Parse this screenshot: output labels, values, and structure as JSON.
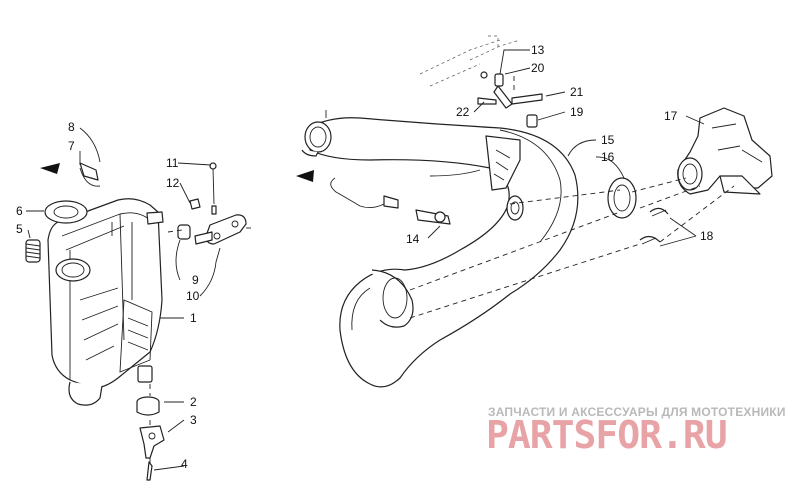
{
  "callouts": [
    {
      "id": "c1",
      "label": "1"
    },
    {
      "id": "c2",
      "label": "2"
    },
    {
      "id": "c3",
      "label": "3"
    },
    {
      "id": "c4",
      "label": "4"
    },
    {
      "id": "c5",
      "label": "5"
    },
    {
      "id": "c6",
      "label": "6"
    },
    {
      "id": "c7",
      "label": "7"
    },
    {
      "id": "c8",
      "label": "8"
    },
    {
      "id": "c9",
      "label": "9"
    },
    {
      "id": "c10",
      "label": "10"
    },
    {
      "id": "c11",
      "label": "11"
    },
    {
      "id": "c12",
      "label": "12"
    },
    {
      "id": "c13",
      "label": "13"
    },
    {
      "id": "c14",
      "label": "14"
    },
    {
      "id": "c15",
      "label": "15"
    },
    {
      "id": "c16",
      "label": "16"
    },
    {
      "id": "c17",
      "label": "17"
    },
    {
      "id": "c18",
      "label": "18"
    },
    {
      "id": "c19",
      "label": "19"
    },
    {
      "id": "c20",
      "label": "20"
    },
    {
      "id": "c21",
      "label": "21"
    },
    {
      "id": "c22",
      "label": "22"
    }
  ],
  "watermark": {
    "tagline": "ЗАПЧАСТИ И АКСЕССУАРЫ ДЛЯ МОТОТЕХНИКИ",
    "brand": "PARTSFOR.RU",
    "color": "#e8a3a6"
  }
}
